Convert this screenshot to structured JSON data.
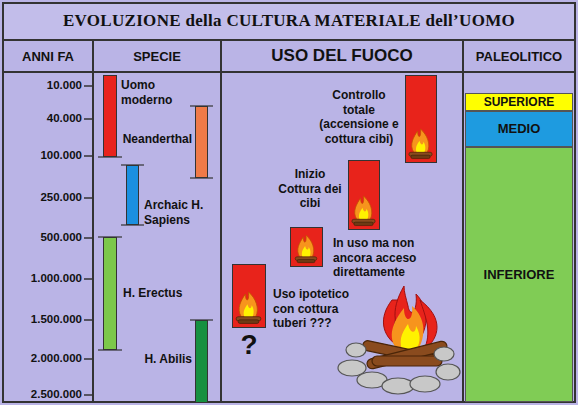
{
  "diagram": {
    "title": "EVOLUZIONE della CULTURA MATERIALE dell’UOMO",
    "nodes": [
      {
        "text": [
          "Uomo moderno"
        ]
      },
      {
        "text": [
          "Neanderthal"
        ]
      },
      {
        "text": [
          "Archaic H. Sapiens"
        ]
      },
      {
        "text": [
          "H. Erectus"
        ]
      },
      {
        "text": [
          "H. Abilis"
        ]
      },
      {
        "text": [
          "Controllo totale (accensione e cottura cibi)"
        ]
      },
      {
        "text": [
          "Inizio Cottura dei cibi"
        ]
      },
      {
        "text": [
          "In uso ma non ancora acceso direttamente"
        ]
      },
      {
        "text": [
          "Uso ipotetico con cottura tuberi ???"
        ]
      },
      {
        "text": [
          "SUPERIORE"
        ]
      },
      {
        "text": [
          "MEDIO"
        ]
      },
      {
        "text": [
          "INFERIORE"
        ]
      }
    ],
    "labels": [
      "ANNI FA",
      "SPECIE",
      "USO DEL FUOCO",
      "PALEOLITICO",
      "10.000",
      "40.000",
      "100.000",
      "250.000",
      "500.000",
      "1.000.000",
      "1.500.000",
      "2.000.000",
      "2.500.000",
      "?"
    ]
  }
}
